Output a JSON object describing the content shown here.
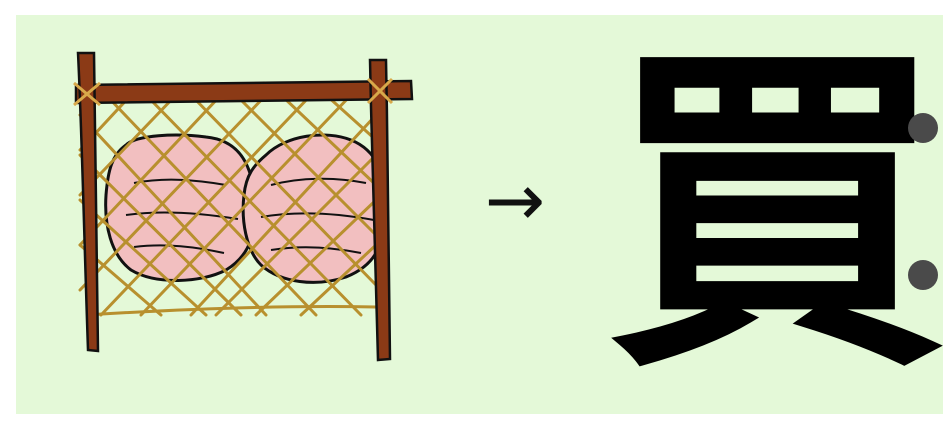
{
  "diagram": {
    "arrow": "→",
    "character": "買"
  },
  "colors": {
    "background": "#e4f9d8",
    "wood": "#8b3a16",
    "net": "#b8902e",
    "shell": "#f2bfc0",
    "ink": "#000000",
    "bullet": "#4a4a4a"
  },
  "icons": {
    "left": "net-with-shells-illustration",
    "middle": "right-arrow",
    "right": "kanji-character"
  }
}
